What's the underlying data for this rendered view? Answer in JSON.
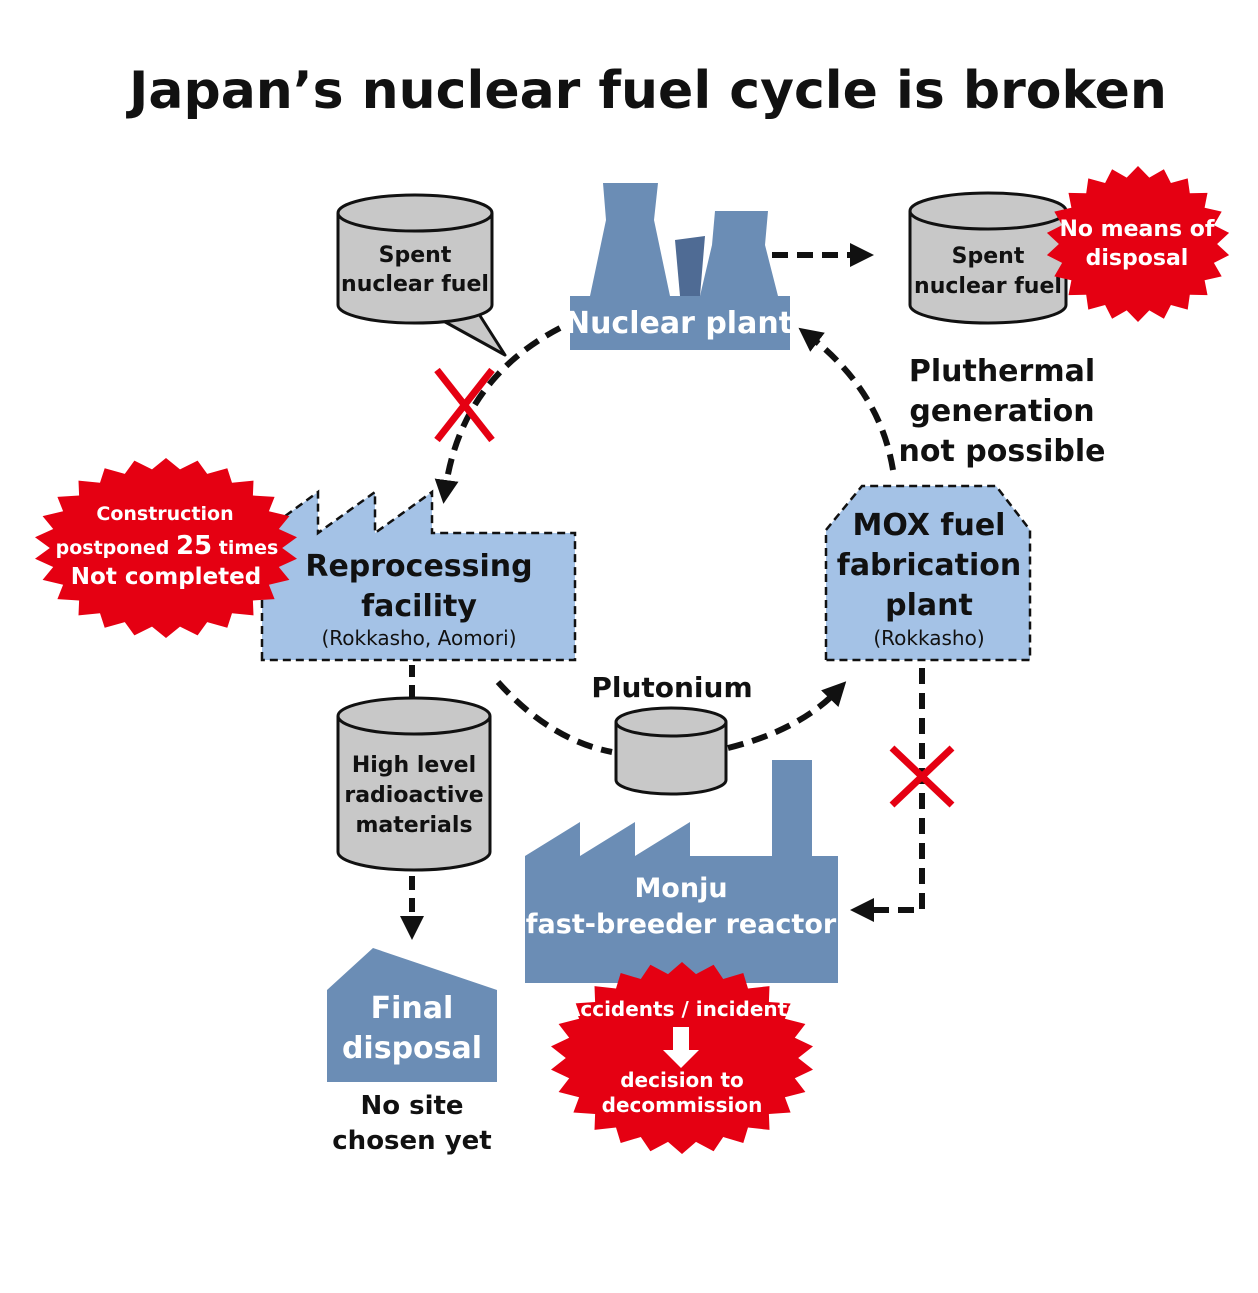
{
  "title": "Japan’s nuclear fuel cycle is broken",
  "nodes": {
    "nuclear_plant": "Nuclear plant",
    "spent_fuel_left": [
      "Spent",
      "nuclear fuel"
    ],
    "spent_fuel_right": [
      "Spent",
      "nuclear fuel"
    ],
    "reprocessing": {
      "name": [
        "Reprocessing",
        "facility"
      ],
      "location": "(Rokkasho, Aomori)"
    },
    "mox": {
      "name": [
        "MOX fuel",
        "fabrication",
        "plant"
      ],
      "location": "(Rokkasho)"
    },
    "plutonium": "Plutonium",
    "high_level": [
      "High level",
      "radioactive",
      "materials"
    ],
    "final_disposal": [
      "Final",
      "disposal"
    ],
    "monju": [
      "Monju",
      "fast-breeder reactor"
    ]
  },
  "notes": {
    "pluthermal": [
      "Pluthermal",
      "generation",
      "not possible"
    ],
    "no_site": [
      "No site",
      "chosen yet"
    ]
  },
  "badges": {
    "no_disposal": [
      "No means of",
      "disposal"
    ],
    "construction": {
      "line1": "Construction",
      "line2_prefix": "postponed ",
      "line2_number": "25",
      "line2_suffix": " times",
      "line3": "Not completed"
    },
    "monju_status": {
      "line1": "Accidents / incidents",
      "line2": "decision to",
      "line3": "decommission"
    }
  },
  "colors": {
    "dark_blue": "#6b8db5",
    "light_blue": "#a4c2e6",
    "gray": "#c8c8c8",
    "red": "#e50012",
    "black": "#111111"
  }
}
